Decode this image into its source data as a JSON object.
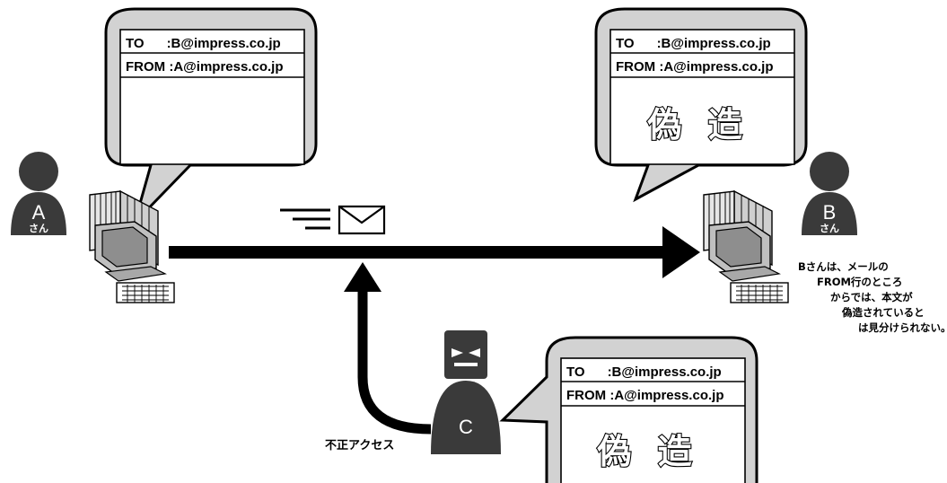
{
  "bubble_a": {
    "to": "TO      :B@impress.co.jp",
    "from": "FROM :A@impress.co.jp"
  },
  "bubble_b": {
    "to": "TO      :B@impress.co.jp",
    "from": "FROM :A@impress.co.jp",
    "forged": "偽 造"
  },
  "bubble_c": {
    "to": "TO      :B@impress.co.jp",
    "from": "FROM :A@impress.co.jp",
    "forged": "偽 造"
  },
  "person_a": {
    "letter": "A",
    "honorific": "さん"
  },
  "person_b": {
    "letter": "B",
    "honorific": "さん"
  },
  "person_c": {
    "letter": "C"
  },
  "access_label": "不正アクセス",
  "note_lines": [
    "Bさんは、メールの",
    "FROM行のところ",
    "からでは、本文が",
    "偽造されていると",
    "は見分けられない。"
  ],
  "colors": {
    "person": "#3a3a3a",
    "bubble_fill": "#d2d2d2",
    "arrow": "#000000"
  },
  "icons": [
    "person-a-icon",
    "person-b-icon",
    "attacker-c-icon",
    "computer-icon",
    "envelope-icon"
  ]
}
